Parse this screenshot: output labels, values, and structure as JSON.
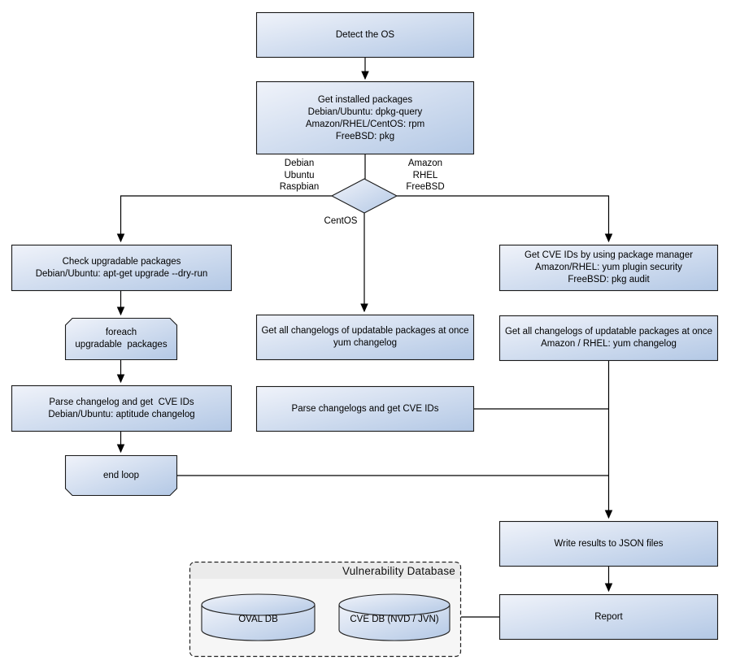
{
  "nodes": {
    "detect_os": "Detect the OS",
    "get_installed": "Get installed packages\nDebian/Ubuntu: dpkg-query\nAmazon/RHEL/CentOS: rpm\nFreeBSD: pkg",
    "check_upgradable": "Check upgradable packages\nDebian/Ubuntu: apt-get upgrade --dry-run",
    "foreach_loop": "foreach\nupgradable  packages",
    "parse_changelog": "Parse changelog and get  CVE IDs\nDebian/Ubuntu: aptitude changelog",
    "end_loop": "end loop",
    "get_changelogs_centos": "Get all changelogs of updatable packages at once\nyum changelog",
    "parse_changelogs": "Parse changelogs and get CVE IDs",
    "get_cve_ids": "Get CVE IDs by using package manager\nAmazon/RHEL: yum plugin security\nFreeBSD: pkg audit",
    "get_changelogs_amazon": "Get all changelogs of updatable packages at once\nAmazon / RHEL: yum changelog",
    "write_results": "Write results to JSON files",
    "report": "Report"
  },
  "branch_labels": {
    "debian": "Debian\nUbuntu\nRaspbian",
    "amazon": "Amazon\nRHEL\nFreeBSD",
    "centos": "CentOS"
  },
  "database": {
    "title": "Vulnerability Database",
    "oval_db": "OVAL DB",
    "cve_db": "CVE DB (NVD / JVN)"
  },
  "colors": {
    "node_gradient_start": "#f0f3fa",
    "node_gradient_end": "#b3c8e5",
    "node_border": "#1a1a1a",
    "db_background": "#f6f6f6",
    "db_header": "#ebebeb",
    "connector": "#000000"
  }
}
